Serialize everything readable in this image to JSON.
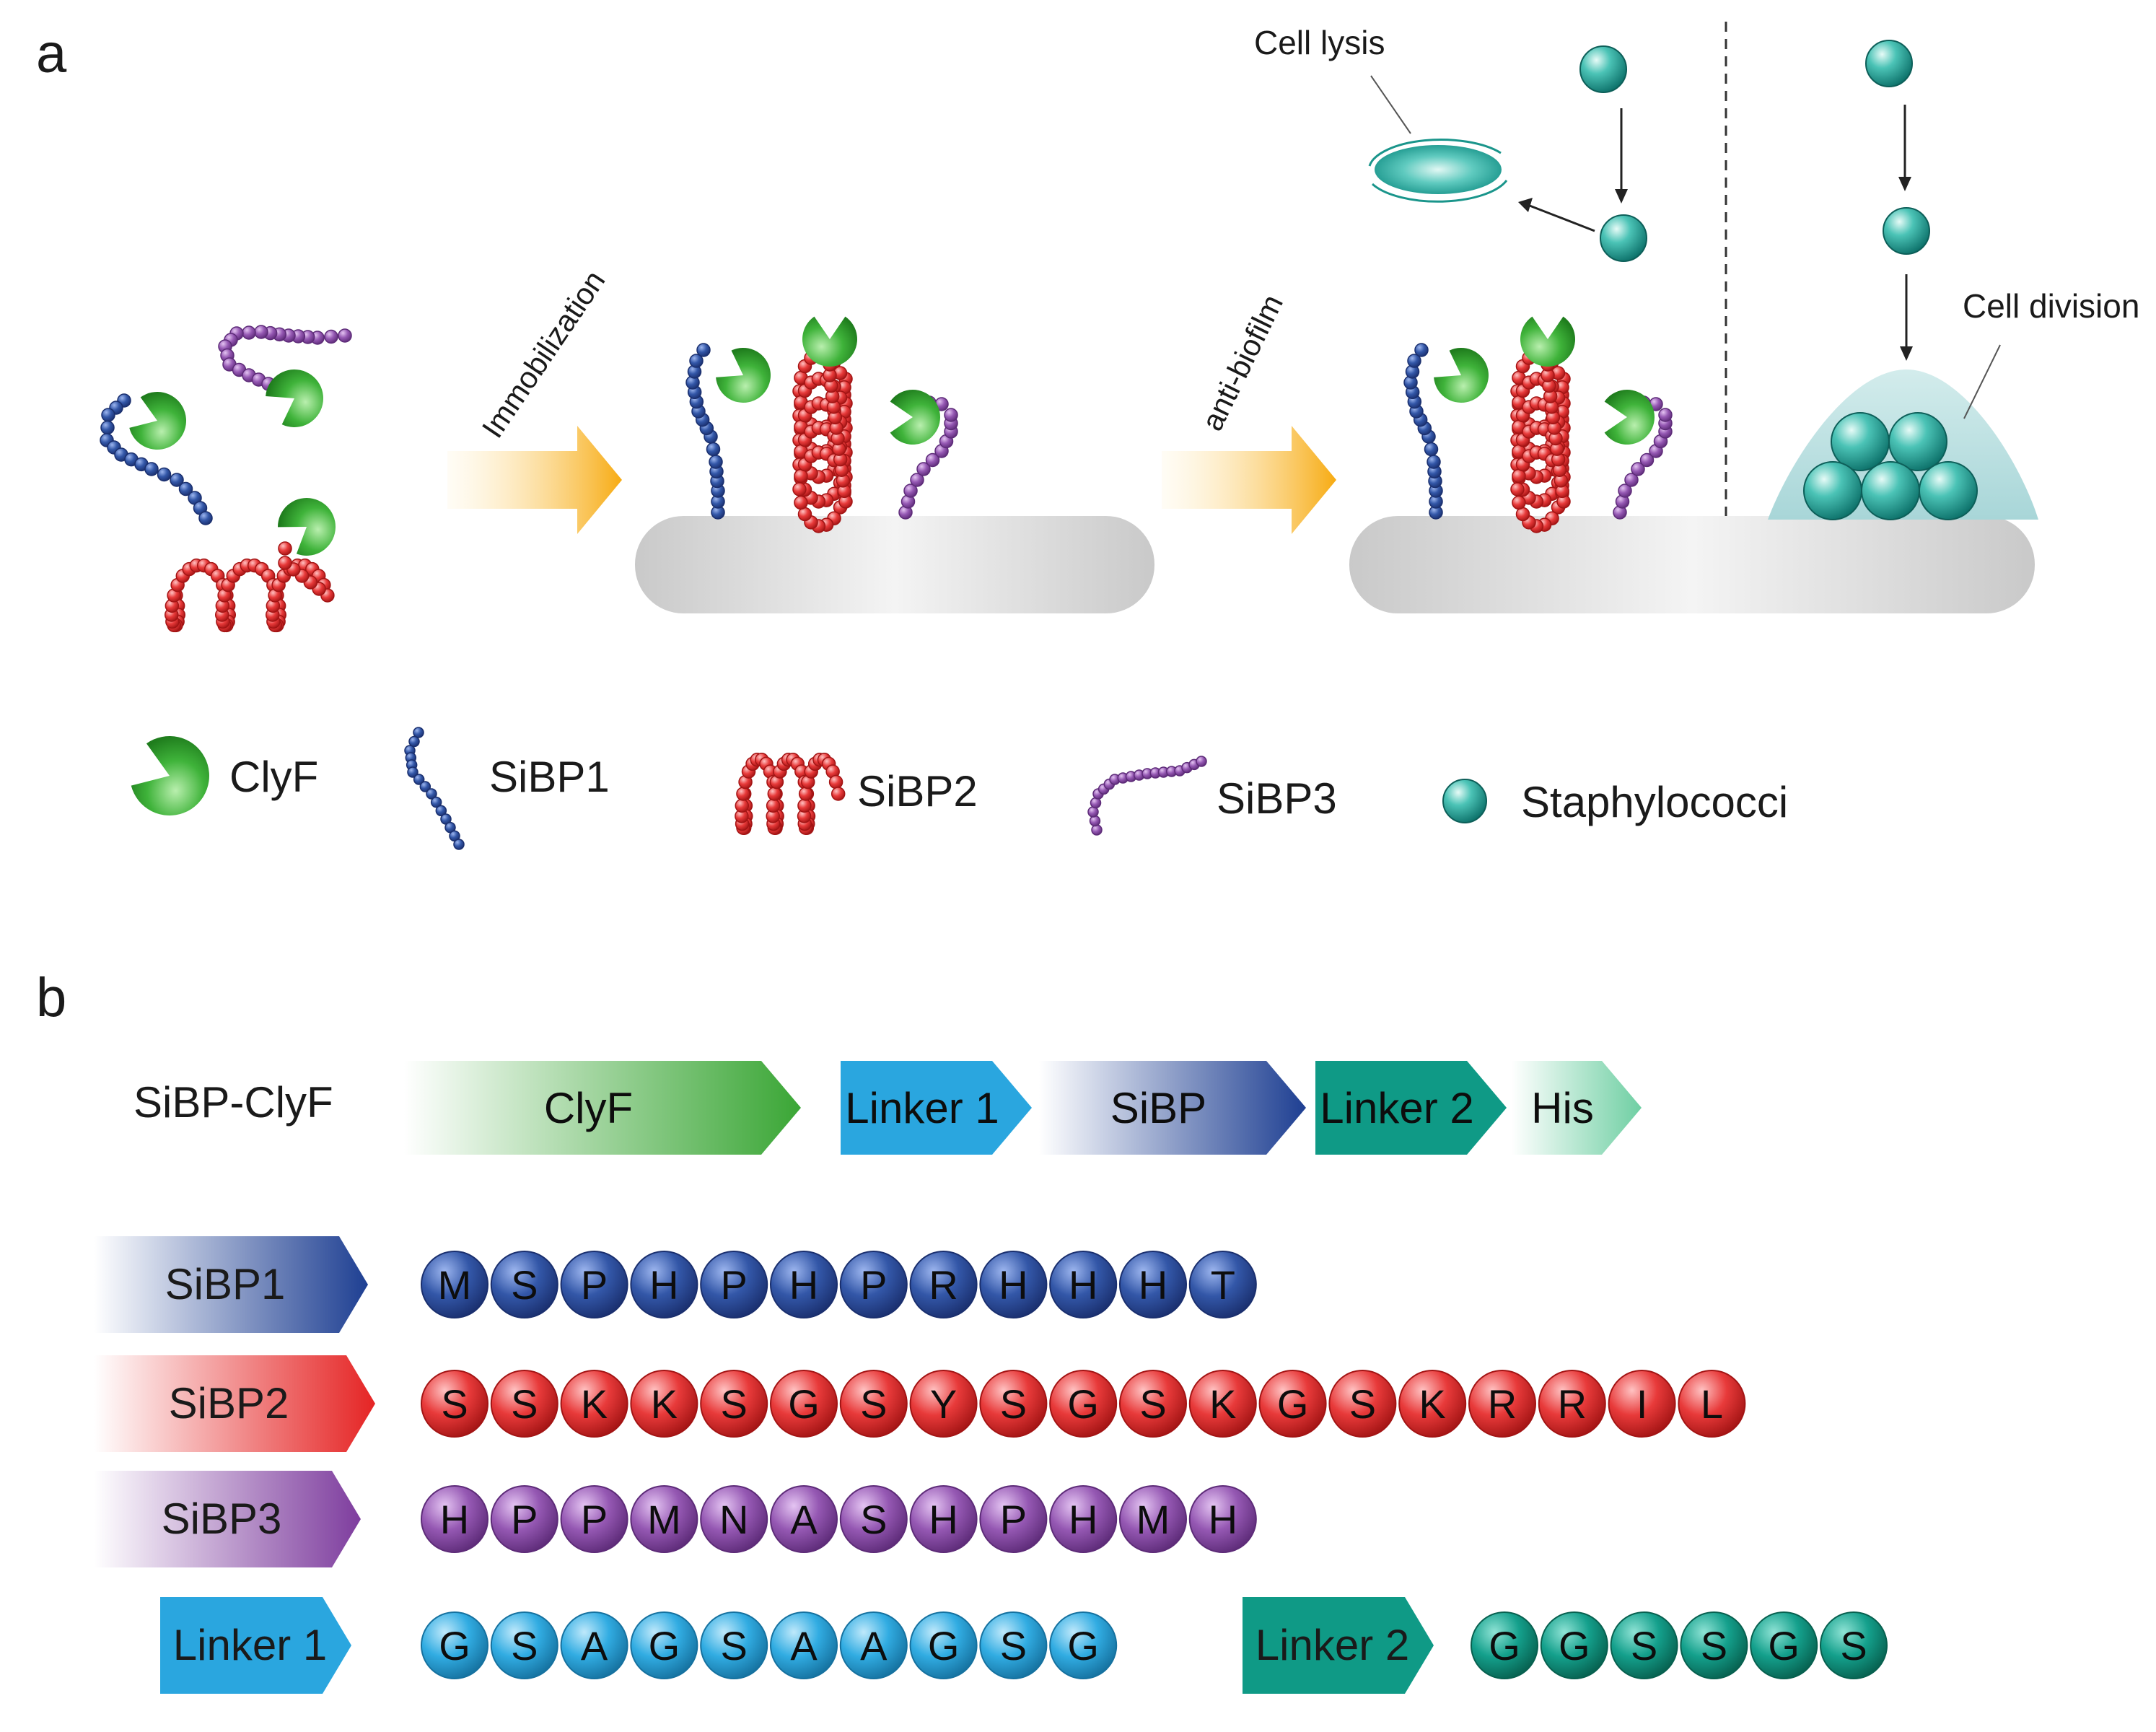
{
  "panel_a": {
    "letter": "a",
    "arrow1_label": "Immobilization",
    "arrow2_label": "anti-biofilm",
    "cell_lysis": "Cell lysis",
    "cell_division": "Cell division",
    "legend": [
      {
        "icon": "clyf-pacman-icon",
        "label": "ClyF"
      },
      {
        "icon": "sibp1-chain-icon",
        "label": "SiBP1"
      },
      {
        "icon": "sibp2-coil-icon",
        "label": "SiBP2"
      },
      {
        "icon": "sibp3-chain-icon",
        "label": "SiBP3"
      },
      {
        "icon": "staphylococcus-cell-icon",
        "label": "Staphylococci"
      }
    ]
  },
  "panel_b": {
    "letter": "b",
    "construct_label": "SiBP-ClyF",
    "construct_segments": [
      "ClyF",
      "Linker 1",
      "SiBP",
      "Linker 2",
      "His"
    ],
    "sequences": [
      {
        "name": "SiBP1",
        "residues": [
          "M",
          "S",
          "P",
          "H",
          "P",
          "H",
          "P",
          "R",
          "H",
          "H",
          "H",
          "T"
        ]
      },
      {
        "name": "SiBP2",
        "residues": [
          "S",
          "S",
          "K",
          "K",
          "S",
          "G",
          "S",
          "Y",
          "S",
          "G",
          "S",
          "K",
          "G",
          "S",
          "K",
          "R",
          "R",
          "I",
          "L"
        ]
      },
      {
        "name": "SiBP3",
        "residues": [
          "H",
          "P",
          "P",
          "M",
          "N",
          "A",
          "S",
          "H",
          "P",
          "H",
          "M",
          "H"
        ]
      },
      {
        "name": "Linker 1",
        "residues": [
          "G",
          "S",
          "A",
          "G",
          "S",
          "A",
          "A",
          "G",
          "S",
          "G"
        ]
      },
      {
        "name": "Linker 2",
        "residues": [
          "G",
          "G",
          "S",
          "S",
          "G",
          "S"
        ]
      }
    ]
  },
  "colors": {
    "clyf_green": "#3aa635",
    "sibp1_blue": "#2c4a9a",
    "sibp2_red": "#e53030",
    "sibp3_purple": "#8a4ea6",
    "linker1_cyan": "#2aa6df",
    "linker2_teal": "#0f9a86",
    "cell_teal": "#1aa39a",
    "surface_grey": "#d2d2d2",
    "arrow_yellow": "#f9b020"
  }
}
